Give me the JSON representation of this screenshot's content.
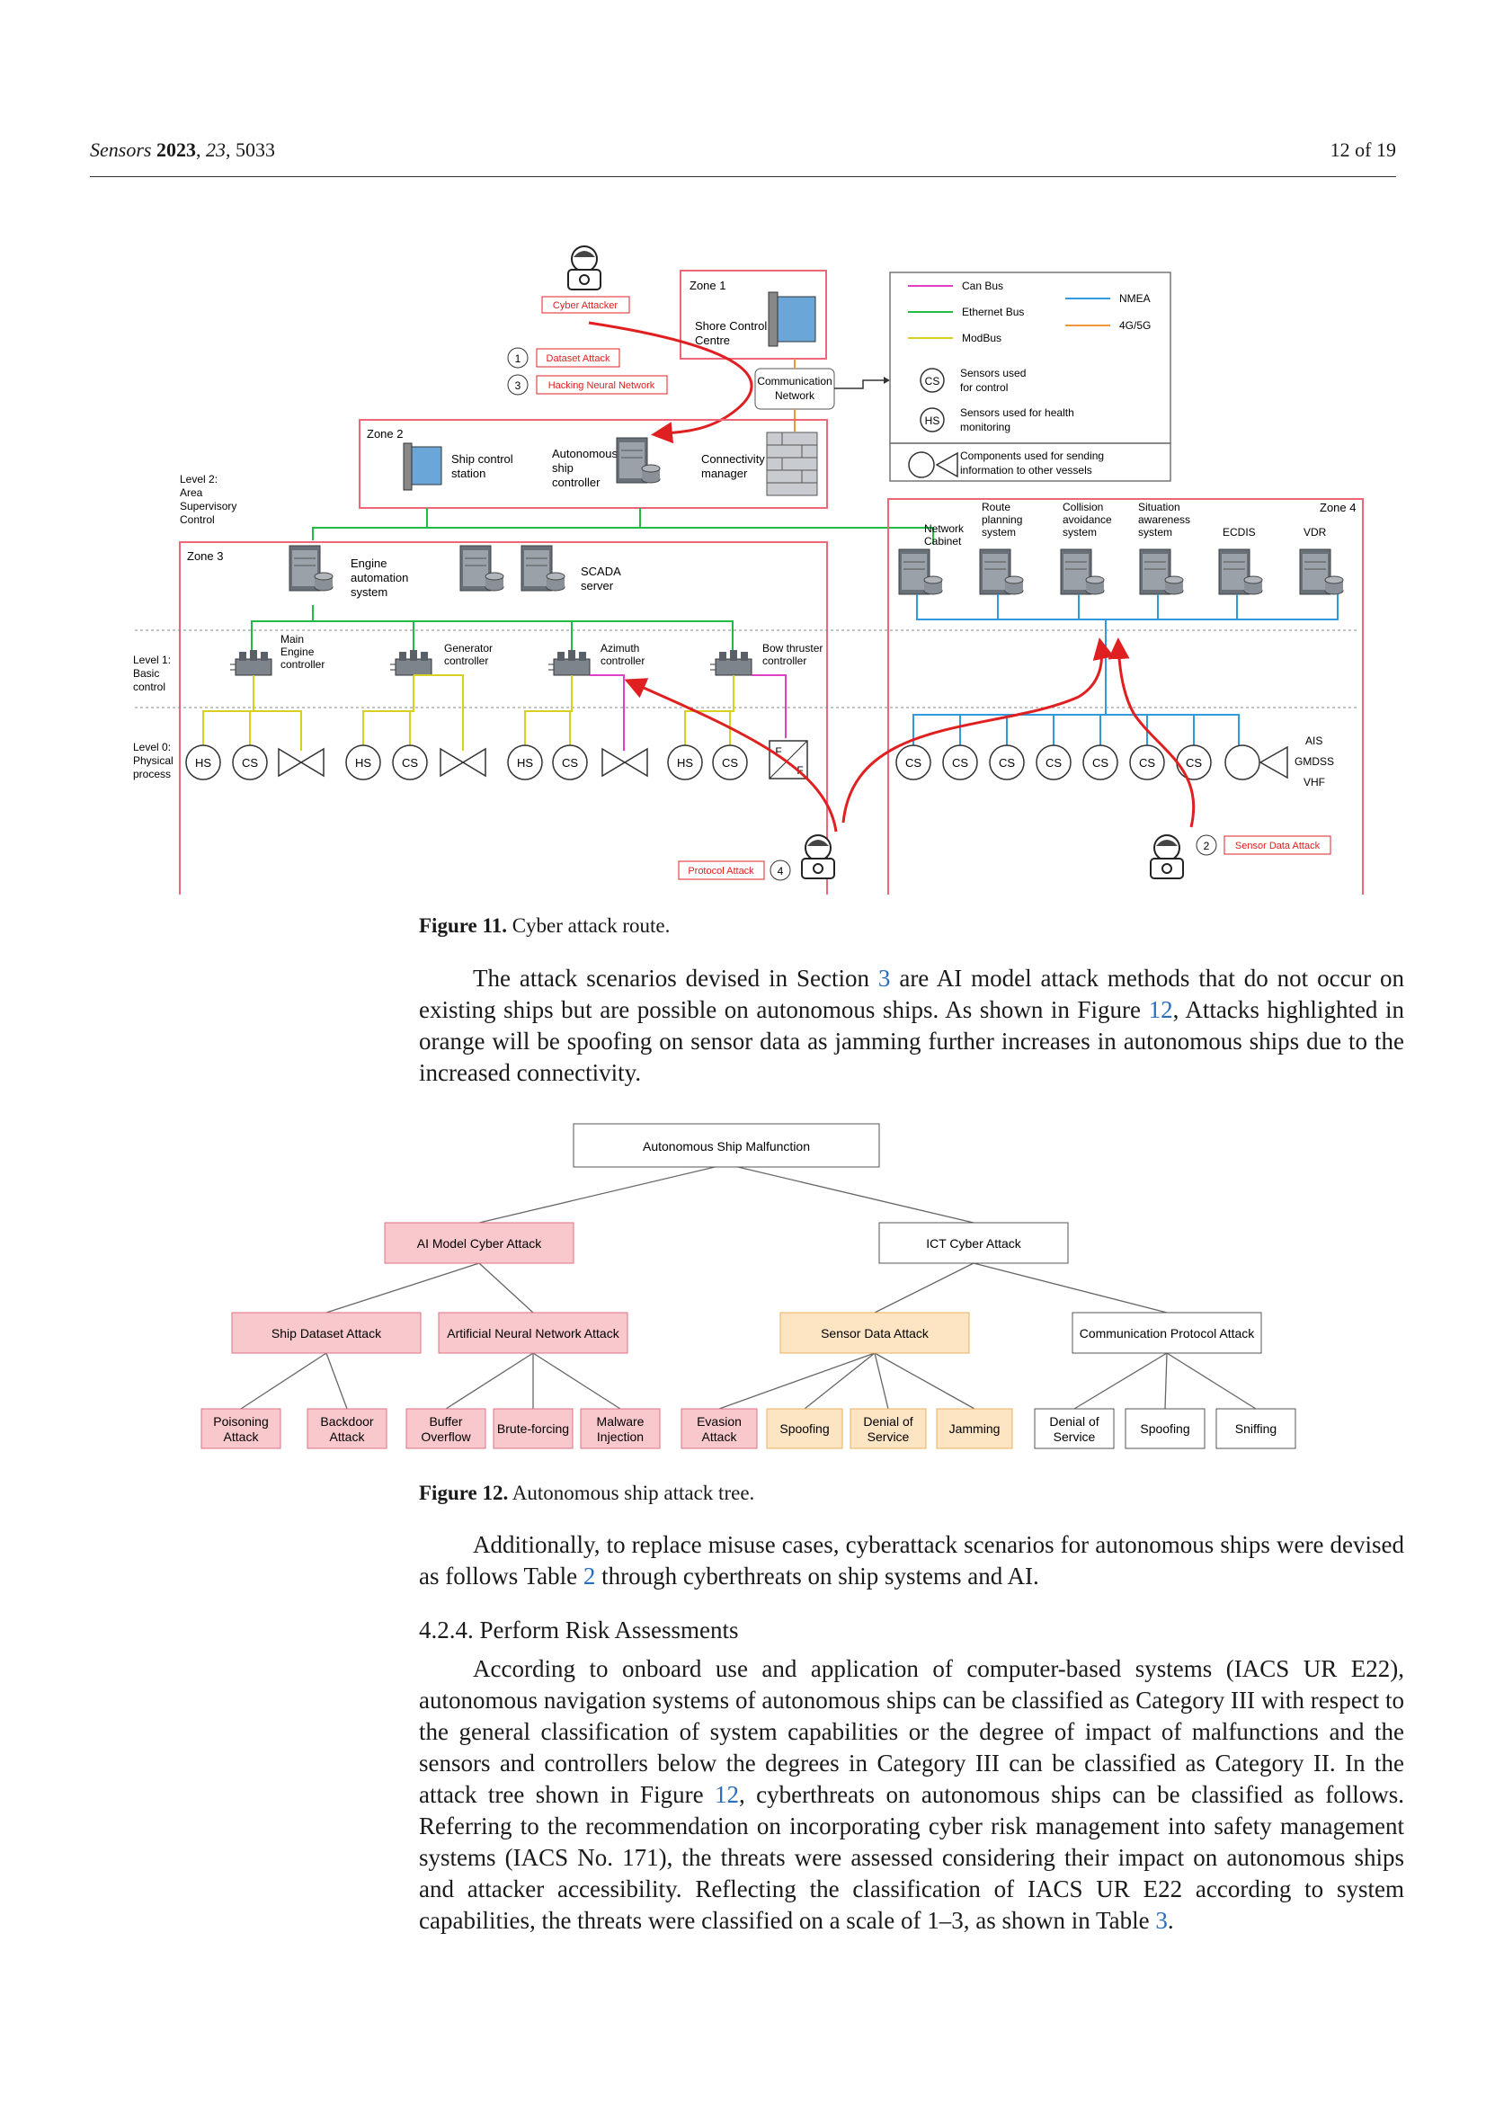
{
  "header": {
    "journal": "Sensors",
    "year": "2023",
    "volume": "23",
    "article": "5033",
    "page": "12 of 19"
  },
  "figure11": {
    "caption_label": "Figure 11.",
    "caption_text": "Cyber attack route.",
    "attacks": {
      "cyber_attacker": "Cyber Attacker",
      "dataset_attack": "Dataset Attack",
      "hacking_nn": "Hacking Neural Network",
      "protocol_attack": "Protocol Attack",
      "sensor_data_attack": "Sensor Data Attack",
      "num1": "1",
      "num2": "2",
      "num3": "3",
      "num4": "4"
    },
    "zones": {
      "zone1": "Zone 1",
      "zone2": "Zone 2",
      "zone3": "Zone 3",
      "zone4": "Zone 4"
    },
    "nodes": {
      "shore_control_1": "Shore Control",
      "shore_control_2": "Centre",
      "comm_network_1": "Communication",
      "comm_network_2": "Network",
      "ship_control_1": "Ship control",
      "ship_control_2": "station",
      "auto_ctrl_1": "Autonomous",
      "auto_ctrl_2": "ship",
      "auto_ctrl_3": "controller",
      "conn_mgr_1": "Connectivity",
      "conn_mgr_2": "manager",
      "engine_auto_1": "Engine",
      "engine_auto_2": "automation",
      "engine_auto_3": "system",
      "scada_1": "SCADA",
      "scada_2": "server",
      "main_engine_1": "Main",
      "main_engine_2": "Engine",
      "main_engine_3": "controller",
      "generator_1": "Generator",
      "generator_2": "controller",
      "azimuth_1": "Azimuth",
      "azimuth_2": "controller",
      "bow_1": "Bow thruster",
      "bow_2": "controller",
      "network_cabinet_1": "Network",
      "network_cabinet_2": "Cabinet",
      "route_1": "Route",
      "route_2": "planning",
      "route_3": "system",
      "collision_1": "Collision",
      "collision_2": "avoidance",
      "collision_3": "system",
      "situation_1": "Situation",
      "situation_2": "awareness",
      "situation_3": "system",
      "ecdis": "ECDIS",
      "vdr": "VDR",
      "ais": "AIS",
      "gmdss": "GMDSS",
      "vhf": "VHF",
      "hs": "HS",
      "cs": "CS",
      "f": "F"
    },
    "levels": {
      "l2_1": "Level 2:",
      "l2_2": "Area",
      "l2_3": "Supervisory",
      "l2_4": "Control",
      "l1_1": "Level 1:",
      "l1_2": "Basic",
      "l1_3": "control",
      "l0_1": "Level 0:",
      "l0_2": "Physical",
      "l0_3": "process"
    },
    "legend": {
      "can_bus": "Can Bus",
      "nmea": "NMEA",
      "ethernet_bus": "Ethernet Bus",
      "g45": "4G/5G",
      "modbus": "ModBus",
      "cs_1": "Sensors used",
      "cs_2": "for control",
      "hs_1": "Sensors used for health",
      "hs_2": "monitoring",
      "comp_1": "Components used for sending",
      "comp_2": "information to other vessels"
    },
    "colors": {
      "can_bus": "#e040c8",
      "ethernet_bus": "#22bb44",
      "modbus": "#d8d020",
      "nmea": "#3399dd",
      "g45": "#ee9933",
      "attack_red": "#e02020",
      "zone_border": "#ee6677"
    }
  },
  "para1": {
    "t1": "The attack scenarios devised in Section ",
    "ref1": "3",
    "t2": " are AI model attack methods that do not occur on existing ships but are possible on autonomous ships. As shown in Figure ",
    "ref2": "12",
    "t3": ", Attacks highlighted in orange will be spoofing on sensor data as jamming further increases in autonomous ships due to the increased connectivity."
  },
  "figure12": {
    "caption_label": "Figure 12.",
    "caption_text": "Autonomous ship attack tree.",
    "root": "Autonomous Ship Malfunction",
    "ai_attack": "AI Model Cyber Attack",
    "ict_attack": "ICT Cyber Attack",
    "ship_dataset": "Ship Dataset Attack",
    "ann_attack": "Artificial Neural Network Attack",
    "sensor_data": "Sensor Data Attack",
    "comm_protocol": "Communication Protocol Attack",
    "poisoning_1": "Poisoning",
    "poisoning_2": "Attack",
    "backdoor_1": "Backdoor",
    "backdoor_2": "Attack",
    "buffer_1": "Buffer",
    "buffer_2": "Overflow",
    "brute": "Brute-forcing",
    "malware_1": "Malware",
    "malware_2": "Injection",
    "evasion_1": "Evasion",
    "evasion_2": "Attack",
    "spoofing": "Spoofing",
    "dos_1": "Denial of",
    "dos_2": "Service",
    "jamming": "Jamming",
    "dos2_1": "Denial of",
    "dos2_2": "Service",
    "spoofing2": "Spoofing",
    "sniffing": "Sniffing",
    "colors": {
      "pink_fill": "#f8c8cc",
      "pink_border": "#e07080",
      "orange_fill": "#fde5c4",
      "orange_border": "#e8b060"
    }
  },
  "para2": {
    "t1": "Additionally, to replace misuse cases, cyberattack scenarios for autonomous ships were devised as follows Table ",
    "ref1": "2",
    "t2": " through cyberthreats on ship systems and AI."
  },
  "section": {
    "title": "4.2.4. Perform Risk Assessments"
  },
  "para3": {
    "t1": "According to onboard use and application of computer-based systems (IACS UR E22), autonomous navigation systems of autonomous ships can be classified as Category III with respect to the general classification of system capabilities or the degree of impact of malfunctions and the sensors and controllers below the degrees in Category III can be classified as Category II. In the attack tree shown in Figure ",
    "ref1": "12",
    "t2": ", cyberthreats on autonomous ships can be classified as follows. Referring to the recommendation on incorporating cyber risk management into safety management systems (IACS No. 171), the threats were assessed considering their impact on autonomous ships and attacker accessibility. Reflecting the classification of IACS UR E22 according to system capabilities, the threats were classified on a scale of 1–3, as shown in Table ",
    "ref2": "3",
    "t3": "."
  }
}
